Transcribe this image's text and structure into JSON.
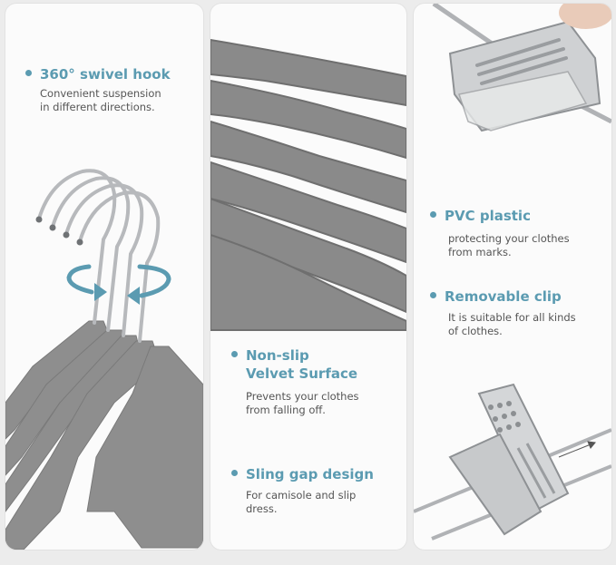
{
  "panels": {
    "hook": {
      "title": "360° swivel hook",
      "desc_line1": "Convenient suspension",
      "desc_line2": "in different directions."
    },
    "velvet": {
      "title_line1": "Non-slip",
      "title_line2": "Velvet Surface",
      "desc_line1": "Prevents your clothes",
      "desc_line2": "from falling off."
    },
    "gap": {
      "title": "Sling gap design",
      "desc_line1": "For camisole and slip",
      "desc_line2": "dress."
    },
    "pvc": {
      "title": "PVC plastic",
      "desc_line1": "protecting your clothes",
      "desc_line2": "from marks."
    },
    "clip": {
      "title": "Removable clip",
      "desc_line1": "It is suitable for all kinds",
      "desc_line2": "of clothes."
    }
  },
  "colors": {
    "accent": "#5b9bb1",
    "velvet": "#8c8c8c",
    "steel": "#c4c6c8"
  }
}
